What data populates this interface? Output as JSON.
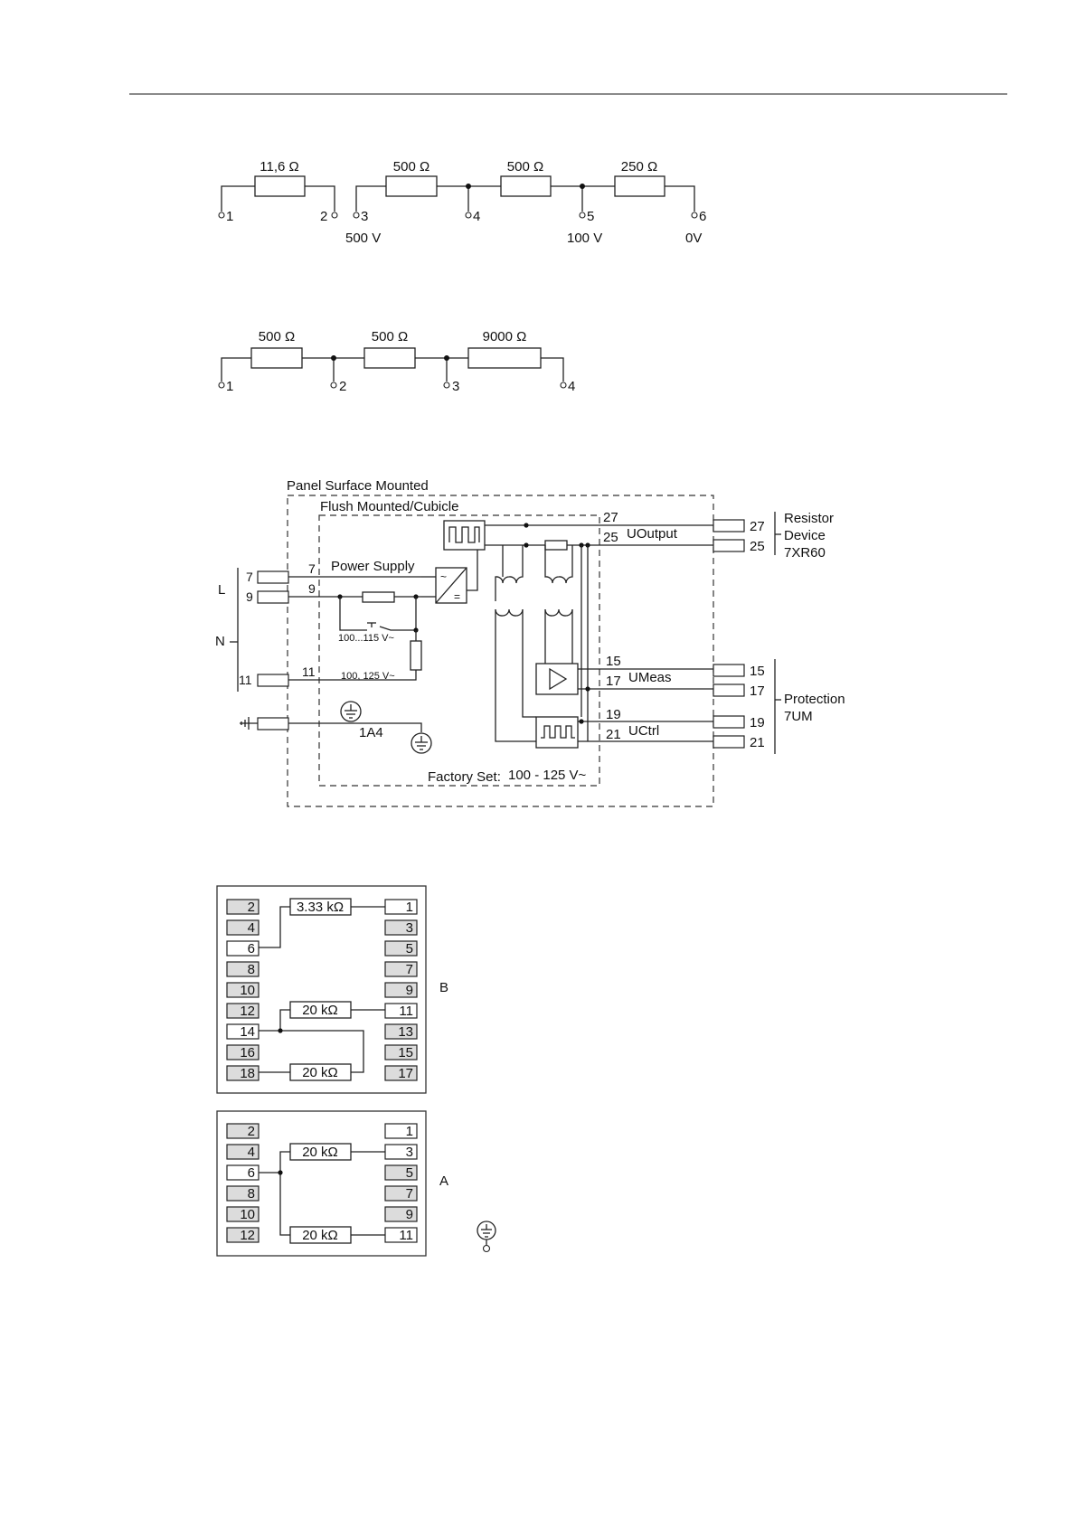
{
  "diagram1": {
    "resistors": [
      "11,6 Ω",
      "500 Ω",
      "500 Ω",
      "250 Ω"
    ],
    "terminals": [
      "1",
      "2",
      "3",
      "4",
      "5",
      "6"
    ],
    "voltages": [
      "500 V",
      "100 V",
      "0V"
    ]
  },
  "diagram2": {
    "resistors": [
      "500 Ω",
      "500 Ω",
      "9000 Ω"
    ],
    "terminals": [
      "1",
      "2",
      "3",
      "4"
    ]
  },
  "diagram3": {
    "panel_label": "Panel Surface Mounted",
    "flush_label": "Flush Mounted/Cubicle",
    "power_supply": "Power Supply",
    "range_low": "100...115 V~",
    "range_high": "100, 125 V~",
    "ground_ref": "1A4",
    "factory_set_label": "Factory Set:",
    "factory_set_value": "100 - 125 V~",
    "input_L": "L",
    "input_N": "N",
    "input_terminals": [
      "7",
      "9",
      "11"
    ],
    "inner_terminals": [
      "7",
      "9",
      "11"
    ],
    "output_labels": {
      "uoutput": "UOutput",
      "umeas": "UMeas",
      "uctrl": "UCtrl"
    },
    "internal_terminals": [
      "27",
      "25",
      "15",
      "17",
      "19",
      "21"
    ],
    "external_terminals": [
      "27",
      "25",
      "15",
      "17",
      "19",
      "21"
    ],
    "resistor_device": [
      "Resistor",
      "Device",
      "7XR60"
    ],
    "protection": [
      "Protection",
      "7UM"
    ]
  },
  "diagram4": {
    "block_B": {
      "label": "B",
      "left_terminals": [
        "2",
        "4",
        "6",
        "8",
        "10",
        "12",
        "14",
        "16",
        "18"
      ],
      "right_terminals": [
        "1",
        "3",
        "5",
        "7",
        "9",
        "11",
        "13",
        "15",
        "17"
      ],
      "resistors": [
        "3.33 kΩ",
        "20 kΩ",
        "20 kΩ"
      ]
    },
    "block_A": {
      "label": "A",
      "left_terminals": [
        "2",
        "4",
        "6",
        "8",
        "10",
        "12"
      ],
      "right_terminals": [
        "1",
        "3",
        "5",
        "7",
        "9",
        "11"
      ],
      "resistors": [
        "20 kΩ",
        "20 kΩ"
      ]
    }
  }
}
